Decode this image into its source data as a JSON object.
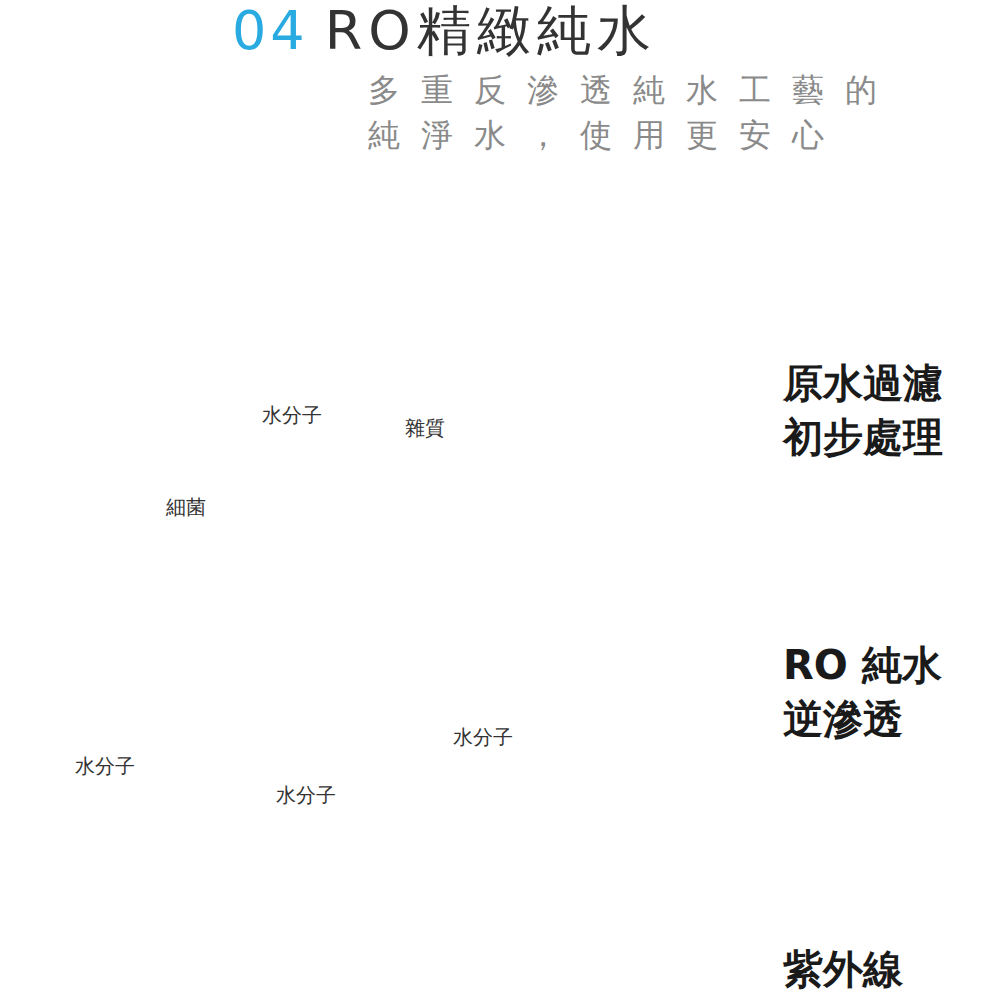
{
  "diagram": {
    "title": "RO精緻純水",
    "nodes": [
      {
        "text": [
          "原水過濾 初步處理",
          "水分子",
          "雜質",
          "細菌"
        ]
      },
      {
        "text": [
          "RO 純水 逆滲透",
          "水分子",
          "水分子",
          "水分子"
        ]
      },
      {
        "text": [
          "紫外線"
        ]
      }
    ],
    "labels": [
      "04",
      "多重反滲透純水工藝的 純淨水，使用更安心"
    ]
  }
}
